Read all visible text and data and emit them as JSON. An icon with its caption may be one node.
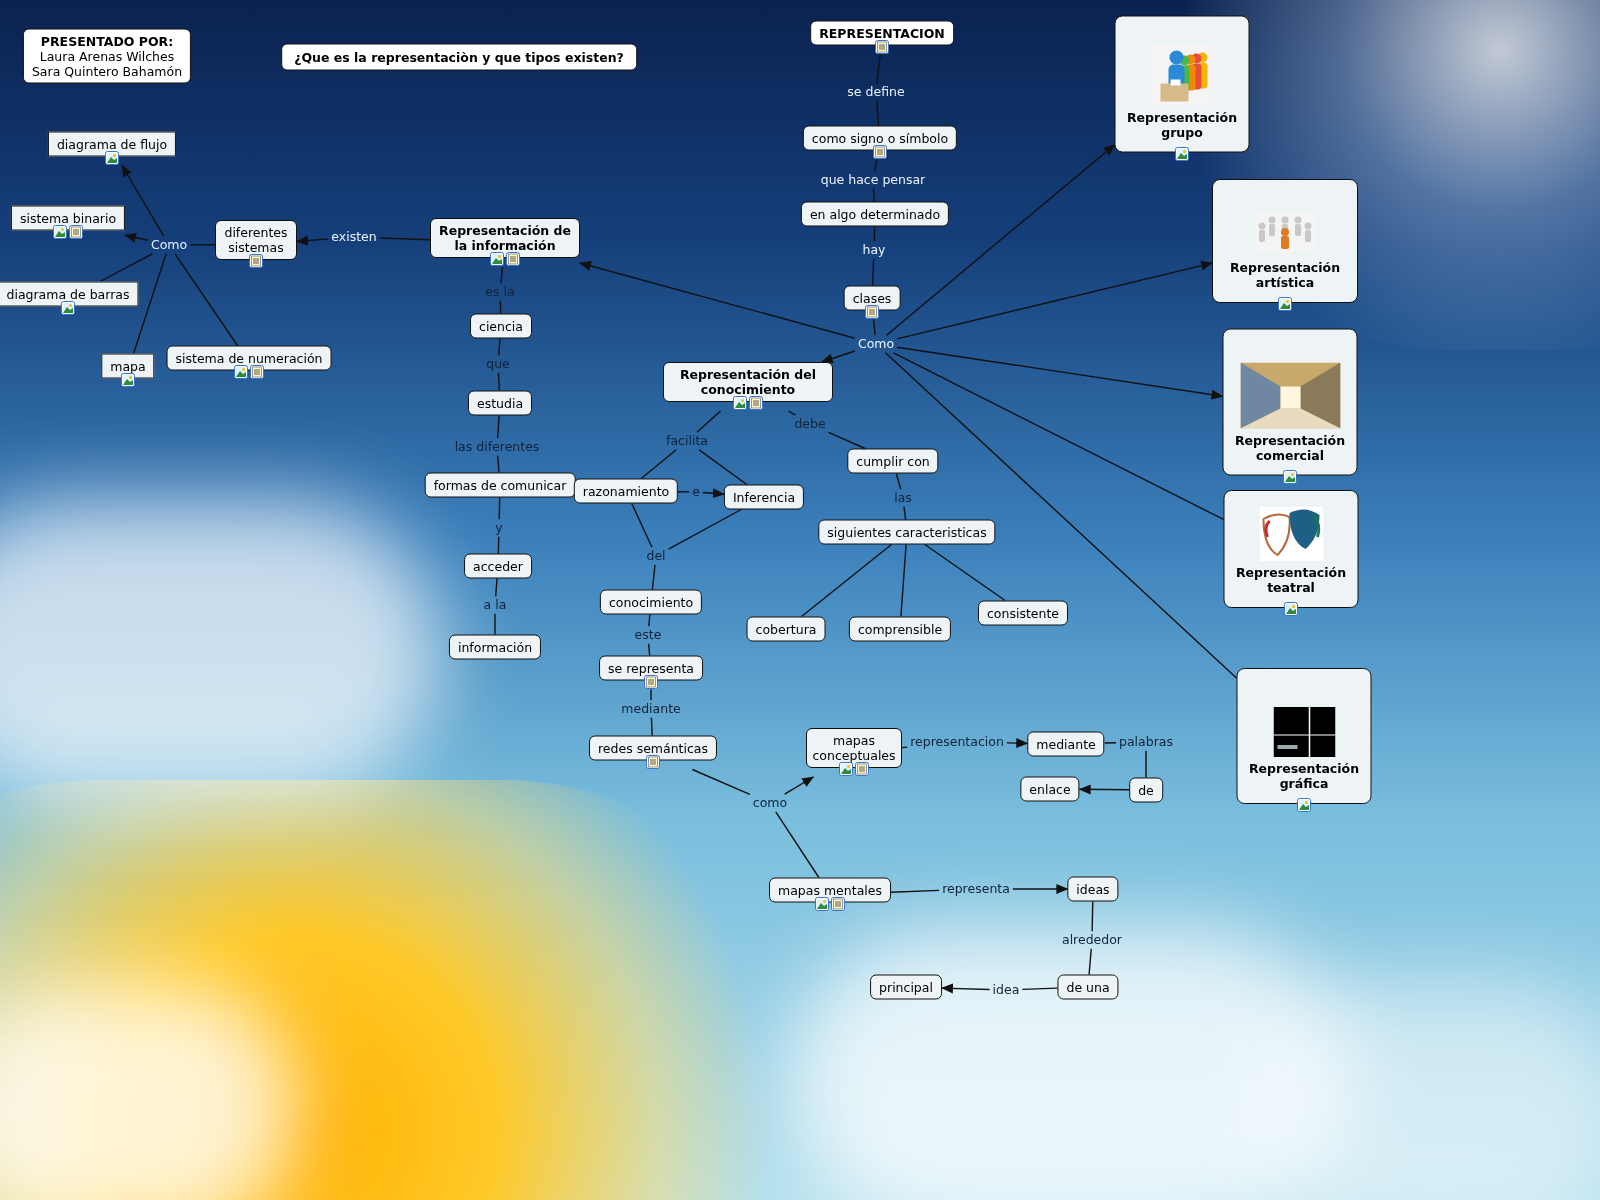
{
  "diagram": {
    "nodes": [
      {
        "text": [
          "PRESENTADO POR:",
          "Laura Arenas Wilches",
          "Sara Quintero Bahamón"
        ]
      },
      {
        "text": [
          "¿Que es la representaciòn y que tipos existen?"
        ]
      },
      {
        "text": [
          "REPRESENTACION"
        ]
      },
      {
        "text": [
          "se define"
        ]
      },
      {
        "text": [
          "como signo o símbolo"
        ]
      },
      {
        "text": [
          "que hace pensar"
        ]
      },
      {
        "text": [
          "en algo determinado"
        ]
      },
      {
        "text": [
          "hay"
        ]
      },
      {
        "text": [
          "clases"
        ]
      },
      {
        "text": [
          "Como"
        ]
      },
      {
        "text": [
          "Representación grupo"
        ]
      },
      {
        "text": [
          "Representación artística"
        ]
      },
      {
        "text": [
          "Representación comercial"
        ]
      },
      {
        "text": [
          "Representación teatral"
        ]
      },
      {
        "text": [
          "Representación gráfica"
        ]
      },
      {
        "text": [
          "Representación de la información"
        ]
      },
      {
        "text": [
          "existen"
        ]
      },
      {
        "text": [
          "diferentes sistemas"
        ]
      },
      {
        "text": [
          "Como"
        ]
      },
      {
        "text": [
          "diagrama de flujo"
        ]
      },
      {
        "text": [
          "sistema binario"
        ]
      },
      {
        "text": [
          "diagrama de barras"
        ]
      },
      {
        "text": [
          "mapa"
        ]
      },
      {
        "text": [
          "sistema de numeración"
        ]
      },
      {
        "text": [
          "es la"
        ]
      },
      {
        "text": [
          "ciencia"
        ]
      },
      {
        "text": [
          "que"
        ]
      },
      {
        "text": [
          "estudia"
        ]
      },
      {
        "text": [
          "las diferentes"
        ]
      },
      {
        "text": [
          "formas de comunicar"
        ]
      },
      {
        "text": [
          "y"
        ]
      },
      {
        "text": [
          "acceder"
        ]
      },
      {
        "text": [
          "a la"
        ]
      },
      {
        "text": [
          "información"
        ]
      },
      {
        "text": [
          "Representación del conocimiento"
        ]
      },
      {
        "text": [
          "facilita"
        ]
      },
      {
        "text": [
          "razonamiento"
        ]
      },
      {
        "text": [
          "e"
        ]
      },
      {
        "text": [
          "Inferencia"
        ]
      },
      {
        "text": [
          "del"
        ]
      },
      {
        "text": [
          "conocimiento"
        ]
      },
      {
        "text": [
          "este"
        ]
      },
      {
        "text": [
          "se representa"
        ]
      },
      {
        "text": [
          "mediante"
        ]
      },
      {
        "text": [
          "redes semánticas"
        ]
      },
      {
        "text": [
          "como"
        ]
      },
      {
        "text": [
          "mapas conceptuales"
        ]
      },
      {
        "text": [
          "representacion"
        ]
      },
      {
        "text": [
          "mediante"
        ]
      },
      {
        "text": [
          "palabras"
        ]
      },
      {
        "text": [
          "de"
        ]
      },
      {
        "text": [
          "enlace"
        ]
      },
      {
        "text": [
          "mapas mentales"
        ]
      },
      {
        "text": [
          "representa"
        ]
      },
      {
        "text": [
          "ideas"
        ]
      },
      {
        "text": [
          "alrededor"
        ]
      },
      {
        "text": [
          "de una"
        ]
      },
      {
        "text": [
          "idea"
        ]
      },
      {
        "text": [
          "principal"
        ]
      },
      {
        "text": [
          "debe"
        ]
      },
      {
        "text": [
          "cumplir con"
        ]
      },
      {
        "text": [
          "las"
        ]
      },
      {
        "text": [
          "siguientes caracteristicas"
        ]
      },
      {
        "text": [
          "cobertura"
        ]
      },
      {
        "text": [
          "comprensible"
        ]
      },
      {
        "text": [
          "consistente"
        ]
      }
    ],
    "edges": [
      {
        "from": 2,
        "to": 3,
        "arrow": "none"
      },
      {
        "from": 3,
        "to": 4,
        "arrow": "none"
      },
      {
        "from": 4,
        "to": 5,
        "arrow": "none"
      },
      {
        "from": 5,
        "to": 6,
        "arrow": "none"
      },
      {
        "from": 6,
        "to": 7,
        "arrow": "none"
      },
      {
        "from": 7,
        "to": 8,
        "arrow": "none"
      },
      {
        "from": 8,
        "to": 9,
        "arrow": "none"
      },
      {
        "from": 9,
        "to": 10,
        "arrow": "to"
      },
      {
        "from": 9,
        "to": 11,
        "arrow": "to"
      },
      {
        "from": 9,
        "to": 12,
        "arrow": "to"
      },
      {
        "from": 9,
        "to": 13,
        "arrow": "none"
      },
      {
        "from": 9,
        "to": 14,
        "arrow": "none"
      },
      {
        "from": 9,
        "to": 15,
        "arrow": "to"
      },
      {
        "from": 9,
        "to": 34,
        "arrow": "to"
      },
      {
        "from": 15,
        "to": 16,
        "arrow": "none"
      },
      {
        "from": 16,
        "to": 17,
        "arrow": "to"
      },
      {
        "from": 17,
        "to": 18,
        "arrow": "none"
      },
      {
        "from": 18,
        "to": 19,
        "arrow": "to"
      },
      {
        "from": 18,
        "to": 20,
        "arrow": "to"
      },
      {
        "from": 18,
        "to": 21,
        "arrow": "none"
      },
      {
        "from": 18,
        "to": 22,
        "arrow": "none"
      },
      {
        "from": 18,
        "to": 23,
        "arrow": "none"
      },
      {
        "from": 15,
        "to": 24,
        "arrow": "none"
      },
      {
        "from": 24,
        "to": 25,
        "arrow": "none"
      },
      {
        "from": 25,
        "to": 26,
        "arrow": "none"
      },
      {
        "from": 26,
        "to": 27,
        "arrow": "none"
      },
      {
        "from": 27,
        "to": 28,
        "arrow": "none"
      },
      {
        "from": 28,
        "to": 29,
        "arrow": "none"
      },
      {
        "from": 29,
        "to": 30,
        "arrow": "none"
      },
      {
        "from": 30,
        "to": 31,
        "arrow": "none"
      },
      {
        "from": 31,
        "to": 32,
        "arrow": "none"
      },
      {
        "from": 32,
        "to": 33,
        "arrow": "none"
      },
      {
        "from": 34,
        "to": 35,
        "arrow": "none"
      },
      {
        "from": 35,
        "to": 36,
        "arrow": "none"
      },
      {
        "from": 35,
        "to": 38,
        "arrow": "none"
      },
      {
        "from": 36,
        "to": 37,
        "arrow": "none"
      },
      {
        "from": 37,
        "to": 38,
        "arrow": "to"
      },
      {
        "from": 36,
        "to": 39,
        "arrow": "none"
      },
      {
        "from": 38,
        "to": 39,
        "arrow": "none"
      },
      {
        "from": 39,
        "to": 40,
        "arrow": "none"
      },
      {
        "from": 40,
        "to": 41,
        "arrow": "none"
      },
      {
        "from": 41,
        "to": 42,
        "arrow": "none"
      },
      {
        "from": 42,
        "to": 43,
        "arrow": "none"
      },
      {
        "from": 43,
        "to": 44,
        "arrow": "none"
      },
      {
        "from": 44,
        "to": 45,
        "arrow": "none"
      },
      {
        "from": 45,
        "to": 46,
        "arrow": "to"
      },
      {
        "from": 45,
        "to": 52,
        "arrow": "none"
      },
      {
        "from": 46,
        "to": 47,
        "arrow": "none"
      },
      {
        "from": 47,
        "to": 48,
        "arrow": "to"
      },
      {
        "from": 48,
        "to": 49,
        "arrow": "none"
      },
      {
        "from": 49,
        "to": 50,
        "arrow": "none"
      },
      {
        "from": 50,
        "to": 51,
        "arrow": "to"
      },
      {
        "from": 52,
        "to": 53,
        "arrow": "none"
      },
      {
        "from": 53,
        "to": 54,
        "arrow": "to"
      },
      {
        "from": 54,
        "to": 55,
        "arrow": "none"
      },
      {
        "from": 55,
        "to": 56,
        "arrow": "none"
      },
      {
        "from": 56,
        "to": 57,
        "arrow": "none"
      },
      {
        "from": 57,
        "to": 58,
        "arrow": "to"
      },
      {
        "from": 34,
        "to": 59,
        "arrow": "none"
      },
      {
        "from": 59,
        "to": 60,
        "arrow": "none"
      },
      {
        "from": 60,
        "to": 61,
        "arrow": "none"
      },
      {
        "from": 61,
        "to": 62,
        "arrow": "none"
      },
      {
        "from": 62,
        "to": 63,
        "arrow": "none"
      },
      {
        "from": 62,
        "to": 64,
        "arrow": "none"
      },
      {
        "from": 62,
        "to": 65,
        "arrow": "none"
      }
    ]
  }
}
